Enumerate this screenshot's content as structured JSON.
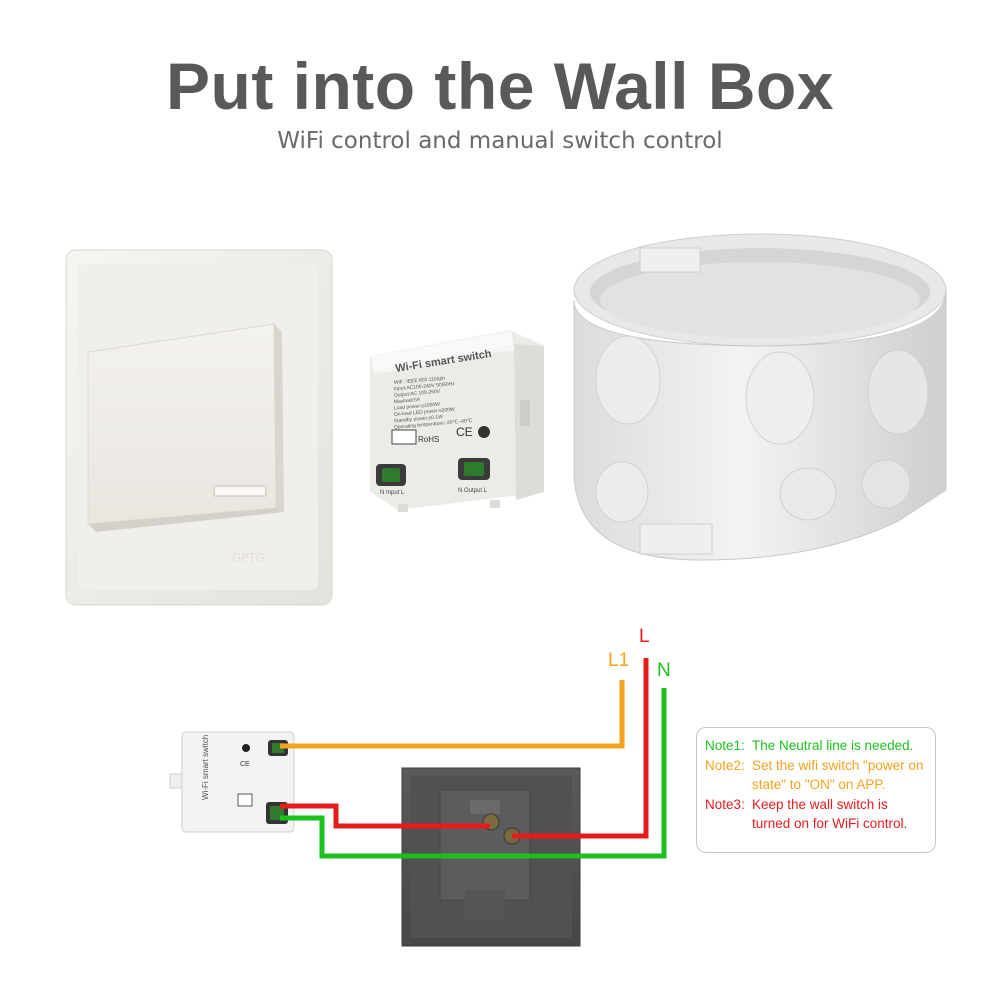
{
  "header": {
    "title": "Put into the Wall Box",
    "subtitle": "WiFi control and manual switch control"
  },
  "module": {
    "name": "Wi-Fi smart switch",
    "specs": [
      "Wifi : IEEE 802.11b/g/n",
      "Input:AC100-240V  50/60Hz",
      "Output:AC 100-250V",
      "Maxload:5A",
      "Load power:≤1000W",
      "On-load LED power:≤200W",
      "Standby power:≤0.1W",
      "Operating temperature:-20℃~40℃"
    ],
    "input_label": "N Input  L",
    "output_label": "N Output  L",
    "mini_name": "Wi-Fi smart switch",
    "cert_mark": "CE",
    "rohs_mark": "RoHS"
  },
  "wall_switch": {
    "brand_mark": "GPTG"
  },
  "wiring": {
    "labels": {
      "l1": "L1",
      "l": "L",
      "n": "N"
    },
    "colors": {
      "l1": "#f5a21e",
      "l": "#e81b1b",
      "n": "#1cc21c"
    }
  },
  "notes": [
    {
      "label": "Note1:",
      "text": "The Neutral line is needed."
    },
    {
      "label": "Note2:",
      "text": "Set the wifi switch \"power on state\" to \"ON\" on APP."
    },
    {
      "label": "Note3:",
      "text": "Keep the wall switch is turned on for WiFi control."
    }
  ]
}
